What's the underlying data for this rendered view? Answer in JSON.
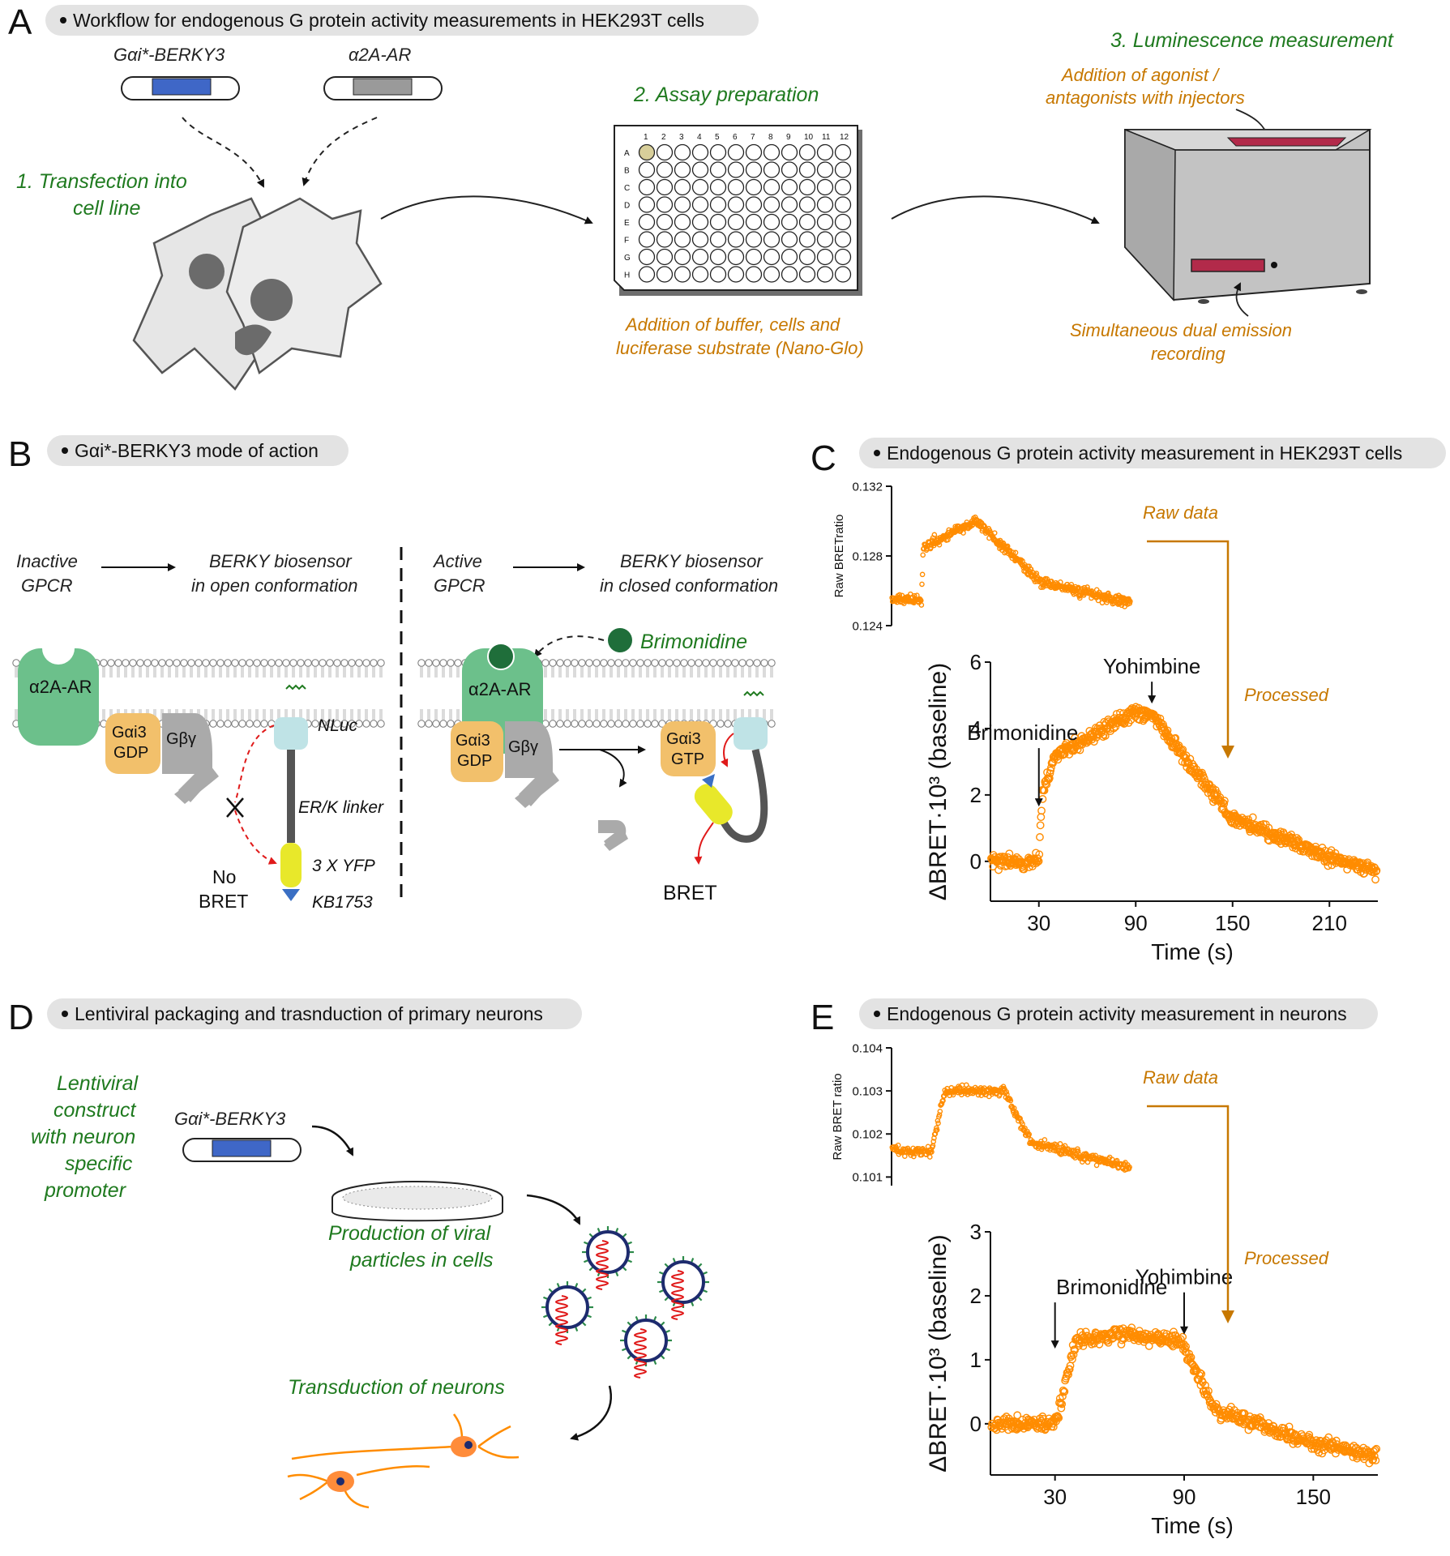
{
  "panels": {
    "A": {
      "letter": "A",
      "title": "Workflow for endogenous G protein activity measurements in HEK293T cells",
      "plasmid1": "Gαi*-BERKY3",
      "plasmid2": "α2A-AR",
      "step1": [
        "1. Transfection into",
        "cell line"
      ],
      "step2": "2. Assay preparation",
      "step2_note": [
        "Addition of buffer, cells and",
        "luciferase substrate (Nano-Glo)"
      ],
      "step3": "3. Luminescence measurement",
      "step3_note_top": [
        "Addition of agonist /",
        "antagonists with injectors"
      ],
      "step3_note_bottom": [
        "Simultaneous dual emission",
        "recording"
      ],
      "plate_cols": [
        "1",
        "2",
        "3",
        "4",
        "5",
        "6",
        "7",
        "8",
        "9",
        "10",
        "11",
        "12"
      ],
      "plate_rows": [
        "A",
        "B",
        "C",
        "D",
        "E",
        "F",
        "G",
        "H"
      ]
    },
    "B": {
      "letter": "B",
      "title": "Gαi*-BERKY3 mode of action",
      "inactive": [
        "Inactive",
        "GPCR"
      ],
      "open_conf": [
        "BERKY biosensor",
        "in open conformation"
      ],
      "active": [
        "Active",
        "GPCR"
      ],
      "closed_conf": [
        "BERKY biosensor",
        "in closed conformation"
      ],
      "receptor": "α2A-AR",
      "galpha": "Gαi3",
      "gdp": "GDP",
      "gtp": "GTP",
      "gbg": "Gβγ",
      "nluc": "NLuc",
      "linker": "ER/K linker",
      "yfp": "3 X YFP",
      "kb": "KB1753",
      "no_bret": [
        "No",
        "BRET"
      ],
      "bret": "BRET",
      "ligand": "Brimonidine"
    },
    "C": {
      "letter": "C",
      "title": "Endogenous G protein activity measurement in HEK293T cells",
      "raw_label": "Raw data",
      "processed_label": "Processed",
      "annot1": "Brimonidine",
      "annot2": "Yohimbine"
    },
    "D": {
      "letter": "D",
      "title": "Lentiviral packaging and trasnduction of primary neurons",
      "construct": [
        "Lentiviral",
        "construct",
        "with neuron",
        "specific",
        "promoter"
      ],
      "plasmid": "Gαi*-BERKY3",
      "production": [
        "Production of viral",
        "particles in cells"
      ],
      "transduction": "Transduction of neurons"
    },
    "E": {
      "letter": "E",
      "title": "Endogenous G protein activity measurement in neurons",
      "raw_label": "Raw data",
      "processed_label": "Processed",
      "annot1": "Brimonidine",
      "annot2": "Yohimbine"
    }
  },
  "colors": {
    "green_text": "#1f7a1f",
    "orange_text": "#c77800",
    "data_orange": "#ff8c00",
    "receptor_green": "#6cc08b",
    "galpha_tan": "#f2c06b",
    "nluc_cyan": "#bfe3e6",
    "yfp_yellow": "#e8e82a",
    "kb_blue": "#3a6fc4",
    "plasmid_blue": "#3f67c7",
    "plasmid_gray": "#9a9a9a",
    "reader_crimson": "#b22a4a"
  },
  "chart_data": [
    {
      "id": "C-raw",
      "type": "scatter",
      "ylabel": "Raw BRETratio",
      "yticks": [
        "0.124",
        "0.128",
        "0.132"
      ],
      "ylim": [
        0.124,
        0.132
      ],
      "xlim": [
        0,
        240
      ],
      "events": {
        "brimonidine_s": 30
      },
      "series": [
        {
          "points_summary": [
            [
              0,
              0.1255
            ],
            [
              30,
              0.1255
            ],
            [
              32,
              0.1285
            ],
            [
              85,
              0.13
            ],
            [
              150,
              0.1265
            ],
            [
              240,
              0.1253
            ]
          ]
        }
      ]
    },
    {
      "id": "C-processed",
      "type": "scatter",
      "xlabel": "Time (s)",
      "ylabel": "ΔBRET·10³ (baseline)",
      "xticks": [
        "30",
        "90",
        "150",
        "210"
      ],
      "yticks": [
        "0",
        "2",
        "4",
        "6"
      ],
      "xlim": [
        0,
        240
      ],
      "ylim": [
        -1.2,
        6
      ],
      "events": {
        "brimonidine_s": 30,
        "yohimbine_s": 100
      },
      "series": [
        {
          "points_summary": [
            [
              0,
              0.0
            ],
            [
              30,
              0.0
            ],
            [
              32,
              2.0
            ],
            [
              40,
              3.2
            ],
            [
              90,
              4.5
            ],
            [
              100,
              4.4
            ],
            [
              150,
              1.3
            ],
            [
              210,
              0.1
            ],
            [
              240,
              -0.3
            ]
          ]
        }
      ]
    },
    {
      "id": "E-raw",
      "type": "scatter",
      "ylabel": "Raw BRET ratio",
      "yticks": [
        "0.101",
        "0.102",
        "0.103",
        "0.104"
      ],
      "ylim": [
        0.1008,
        0.104
      ],
      "xlim": [
        0,
        180
      ],
      "events": {
        "brimonidine_s": 30
      },
      "series": [
        {
          "points_summary": [
            [
              0,
              0.1016
            ],
            [
              30,
              0.1016
            ],
            [
              40,
              0.103
            ],
            [
              85,
              0.103
            ],
            [
              105,
              0.1018
            ],
            [
              180,
              0.1012
            ]
          ]
        }
      ]
    },
    {
      "id": "E-processed",
      "type": "scatter",
      "xlabel": "Time (s)",
      "ylabel": "ΔBRET·10³ (baseline)",
      "xticks": [
        "30",
        "90",
        "150"
      ],
      "yticks": [
        "0",
        "1",
        "2",
        "3"
      ],
      "xlim": [
        0,
        180
      ],
      "ylim": [
        -0.8,
        3
      ],
      "events": {
        "brimonidine_s": 30,
        "yohimbine_s": 90
      },
      "series": [
        {
          "points_summary": [
            [
              0,
              0.0
            ],
            [
              30,
              0.0
            ],
            [
              40,
              1.3
            ],
            [
              60,
              1.4
            ],
            [
              88,
              1.3
            ],
            [
              105,
              0.2
            ],
            [
              150,
              -0.3
            ],
            [
              180,
              -0.5
            ]
          ]
        }
      ]
    }
  ]
}
